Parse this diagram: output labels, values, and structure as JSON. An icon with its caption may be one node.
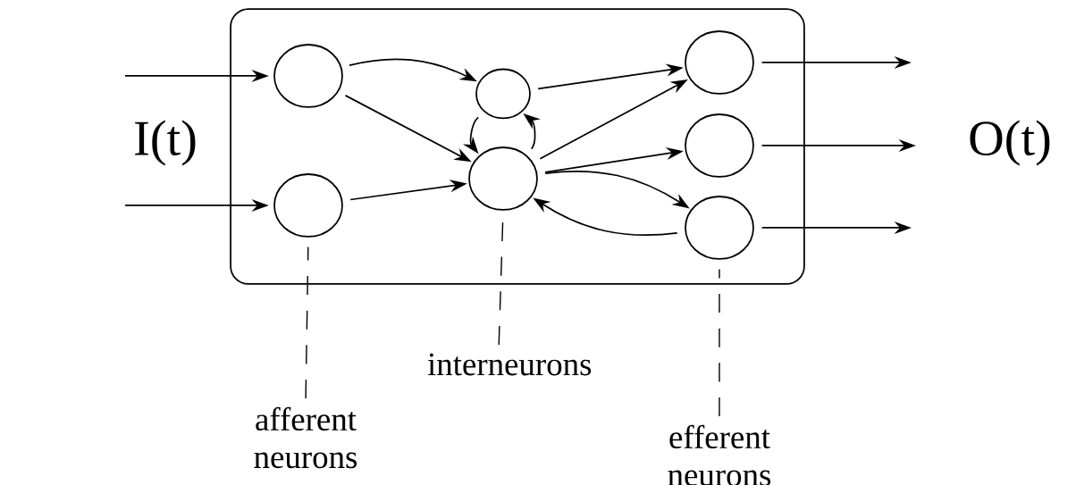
{
  "diagram": {
    "nodes": [
      {
        "text": [],
        "shape": "box"
      },
      {
        "text": [],
        "shape": "circle",
        "in": 0
      },
      {
        "text": [],
        "shape": "circle",
        "in": 0
      },
      {
        "text": [],
        "shape": "circle",
        "in": 0
      },
      {
        "text": [],
        "shape": "circle",
        "in": 0
      },
      {
        "text": [],
        "shape": "circle",
        "in": 0
      },
      {
        "text": [],
        "shape": "circle",
        "in": 0
      },
      {
        "text": [],
        "shape": "circle",
        "in": 0
      },
      {
        "text": [
          "afferent neurons"
        ]
      },
      {
        "text": [
          "interneurons"
        ]
      },
      {
        "text": [
          "efferent neurons"
        ]
      }
    ],
    "edges": [
      {
        "from": null,
        "to": 1,
        "arrow": "to"
      },
      {
        "from": null,
        "to": 2,
        "arrow": "to"
      },
      {
        "from": 1,
        "to": 3,
        "arrow": "to"
      },
      {
        "from": 1,
        "to": 4,
        "arrow": "to"
      },
      {
        "from": 2,
        "to": 4,
        "arrow": "to"
      },
      {
        "from": 3,
        "to": 4,
        "arrow": "to"
      },
      {
        "from": 4,
        "to": 3,
        "arrow": "to"
      },
      {
        "from": 3,
        "to": 5,
        "arrow": "to"
      },
      {
        "from": 4,
        "to": 5,
        "arrow": "to"
      },
      {
        "from": 4,
        "to": 6,
        "arrow": "to"
      },
      {
        "from": 4,
        "to": 7,
        "arrow": "to"
      },
      {
        "from": 7,
        "to": 4,
        "arrow": "to"
      },
      {
        "from": 5,
        "to": null,
        "arrow": "to"
      },
      {
        "from": 6,
        "to": null,
        "arrow": "to"
      },
      {
        "from": 7,
        "to": null,
        "arrow": "to"
      },
      {
        "from": 8,
        "to": 2,
        "arrow": "none",
        "style": "dashed"
      },
      {
        "from": 9,
        "to": 4,
        "arrow": "none",
        "style": "dashed"
      },
      {
        "from": 10,
        "to": 7,
        "arrow": "none",
        "style": "dashed"
      }
    ],
    "labels": [
      "I(t)",
      "O(t)"
    ]
  }
}
